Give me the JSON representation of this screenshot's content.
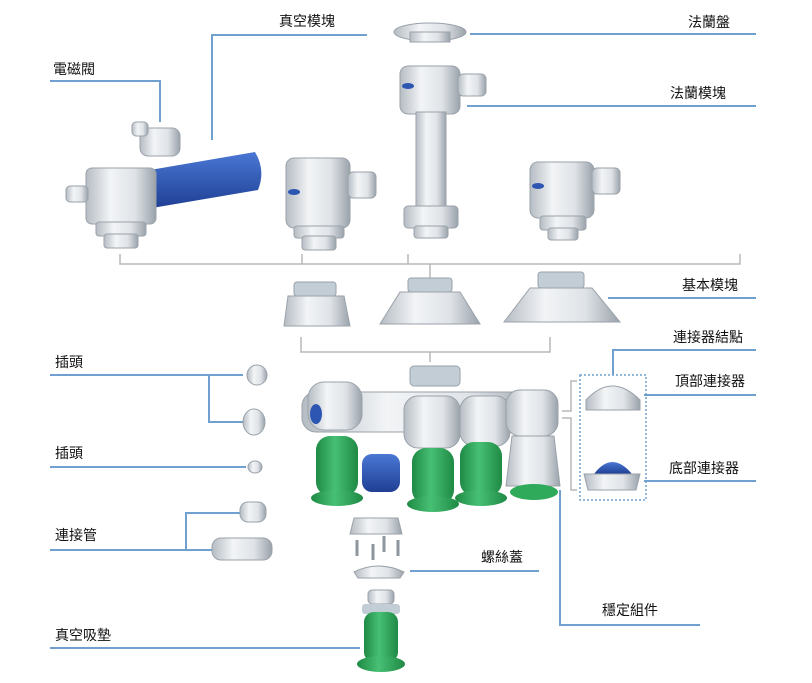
{
  "colors": {
    "leader": "#6fa0cf",
    "bracket": "#b8b8b8",
    "metal_light": "#eef0f2",
    "metal_mid": "#c9ced3",
    "metal_dark": "#8e959c",
    "blue": "#2d56b3",
    "green": "#2eaa5a",
    "green_dark": "#1f8a45"
  },
  "labels": {
    "solenoid_valve": "電磁閥",
    "vacuum_module": "真空模塊",
    "flange_plate": "法蘭盤",
    "flange_module": "法蘭模塊",
    "basic_module": "基本模塊",
    "connector_node": "連接器結點",
    "top_connector": "頂部連接器",
    "bottom_connector": "底部連接器",
    "plug_1": "插頭",
    "plug_2": "插頭",
    "connecting_tube": "連接管",
    "screw_cap": "螺絲蓋",
    "stabilizer_assembly": "穩定組件",
    "vacuum_suction_pad": "真空吸墊"
  }
}
